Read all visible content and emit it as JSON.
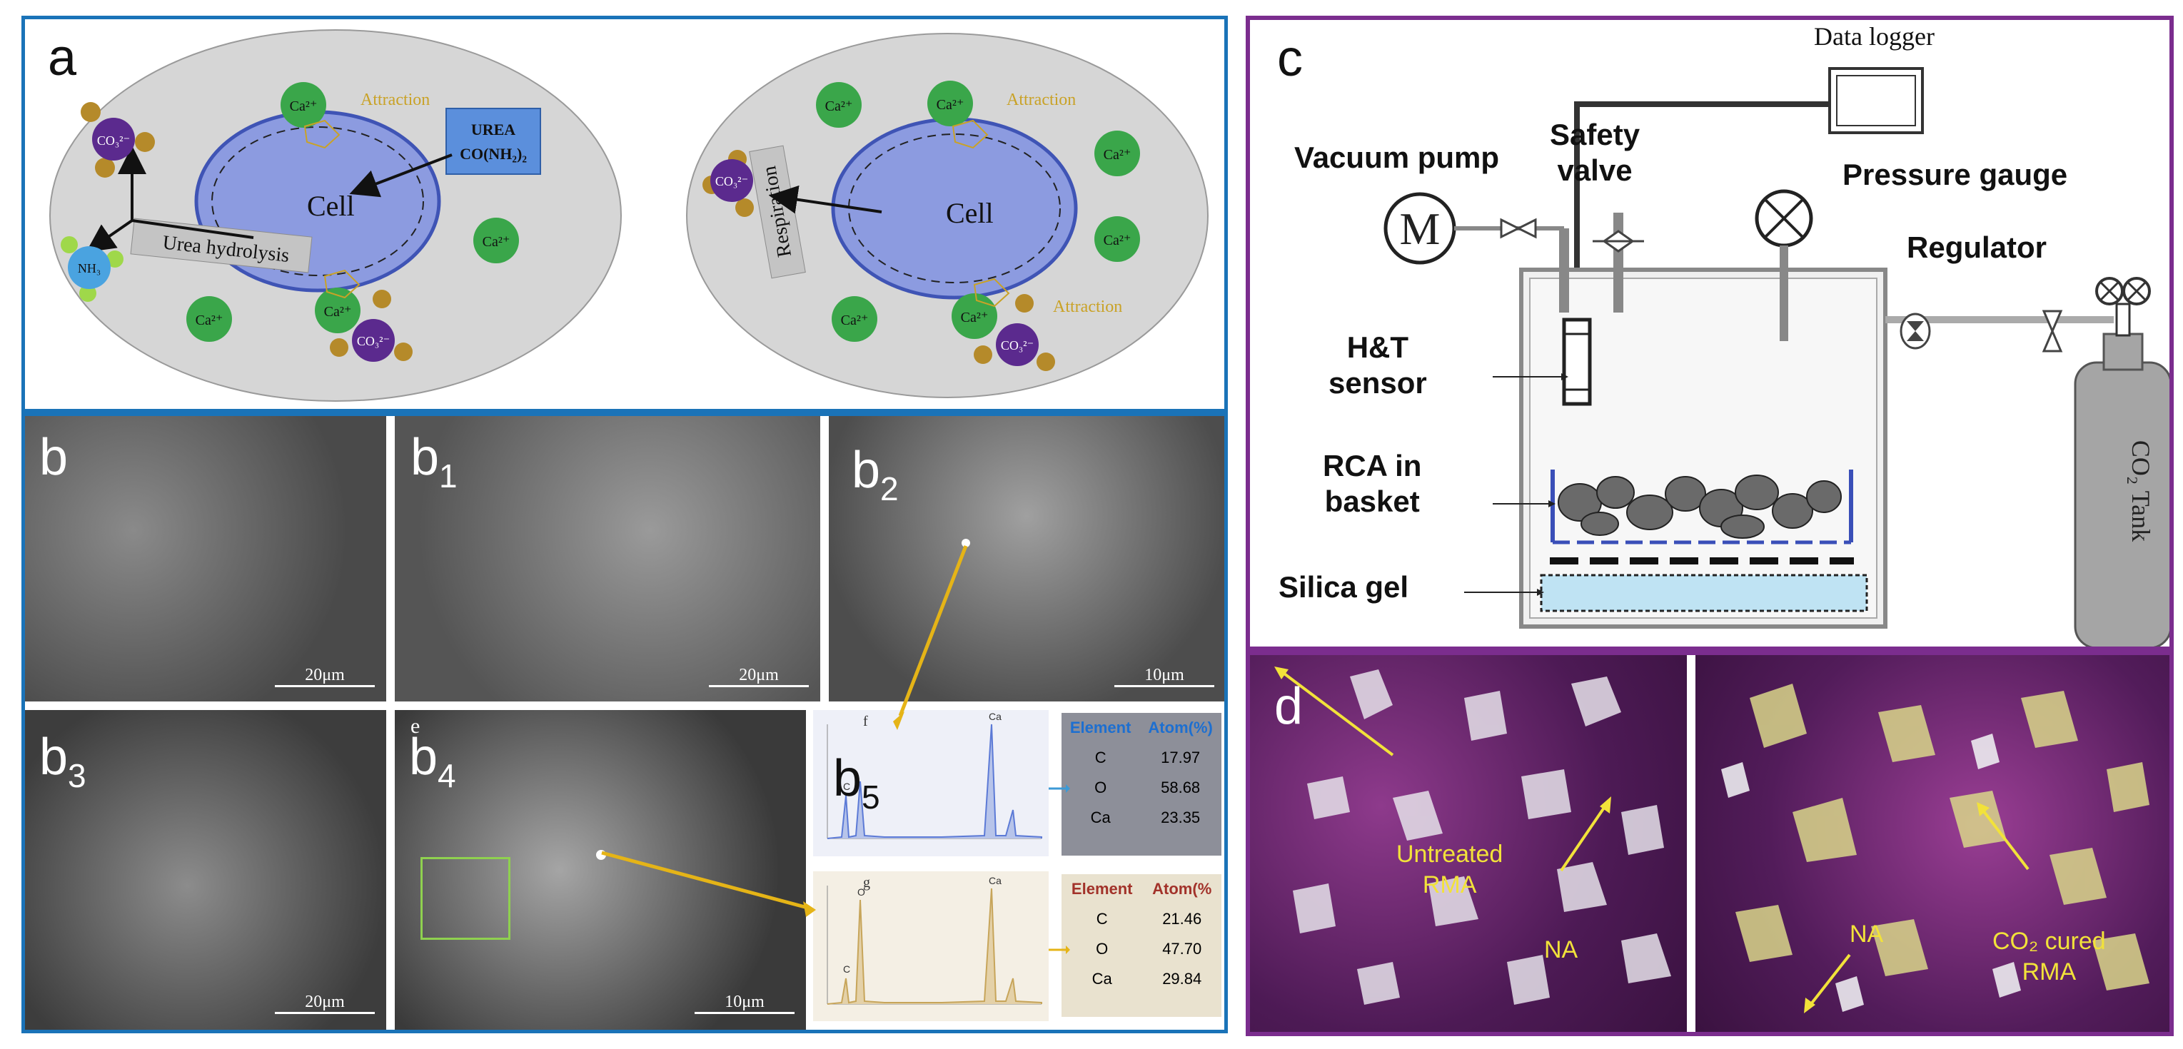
{
  "panel_a": {
    "letter": "a",
    "left_cell": {
      "cell_label": "Cell",
      "urea_line1": "UREA",
      "urea_line2": "CO(NH₂)₂",
      "process_label": "Urea hydrolysis",
      "attraction_top": "Attraction",
      "ion_ca": "Ca²⁺",
      "ion_co3": "CO₃²⁻",
      "ion_nh3": "NH₃"
    },
    "right_cell": {
      "cell_label": "Cell",
      "process_label": "Respiration",
      "attraction_top": "Attraction",
      "attraction_bottom": "Attraction",
      "ion_ca": "Ca²⁺",
      "ion_co3": "CO₃²⁻"
    }
  },
  "panel_b": {
    "tiles": [
      {
        "letter": "b",
        "sub": "",
        "scale": "20μm"
      },
      {
        "letter": "b",
        "sub": "1",
        "scale": "20μm"
      },
      {
        "letter": "b",
        "sub": "2",
        "scale": "10μm"
      },
      {
        "letter": "b",
        "sub": "3",
        "scale": "20μm"
      },
      {
        "letter": "b",
        "sub": "4",
        "scale": "10μm"
      },
      {
        "letter": "b",
        "sub": "5",
        "scale": ""
      }
    ],
    "tile_b4_small_letter": "e",
    "eds_f": {
      "letter": "f",
      "headers": [
        "Element",
        "Atom(%)"
      ],
      "rows": [
        [
          "C",
          "17.97"
        ],
        [
          "O",
          "58.68"
        ],
        [
          "Ca",
          "23.35"
        ]
      ]
    },
    "eds_g": {
      "letter": "g",
      "headers": [
        "Element",
        "Atom(%"
      ],
      "rows": [
        [
          "C",
          "21.46"
        ],
        [
          "O",
          "47.70"
        ],
        [
          "Ca",
          "29.84"
        ]
      ]
    },
    "spectrum_peak_labels": [
      "C",
      "O",
      "Ca",
      "Ca"
    ]
  },
  "panel_c": {
    "letter": "c",
    "data_logger": "Data logger",
    "vacuum_pump": "Vacuum pump",
    "safety_valve_line1": "Safety",
    "safety_valve_line2": "valve",
    "pressure_gauge": "Pressure gauge",
    "regulator": "Regulator",
    "ht_sensor_line1": "H&T",
    "ht_sensor_line2": "sensor",
    "rca_line1": "RCA in",
    "rca_line2": "basket",
    "silica_gel": "Silica gel",
    "co2_tank": "CO₂ Tank",
    "pump_symbol": "M"
  },
  "panel_d": {
    "letter": "d",
    "untreated_line1": "Untreated",
    "untreated_line2": "RMA",
    "na_left": "NA",
    "na_right": "NA",
    "cured_line1": "CO₂ cured",
    "cured_line2": "RMA"
  },
  "colors": {
    "blue_border": "#1a73b8",
    "purple_border": "#7b2d8e",
    "cell_fill": "#8c9be0",
    "ca_green": "#3aa64a",
    "co3_purple": "#5b2a8e",
    "nh3_blue": "#4aa3e0",
    "attraction_text": "#c9a227",
    "label_yellow": "#f2e23a",
    "arrow_yellow": "#e5b417"
  }
}
